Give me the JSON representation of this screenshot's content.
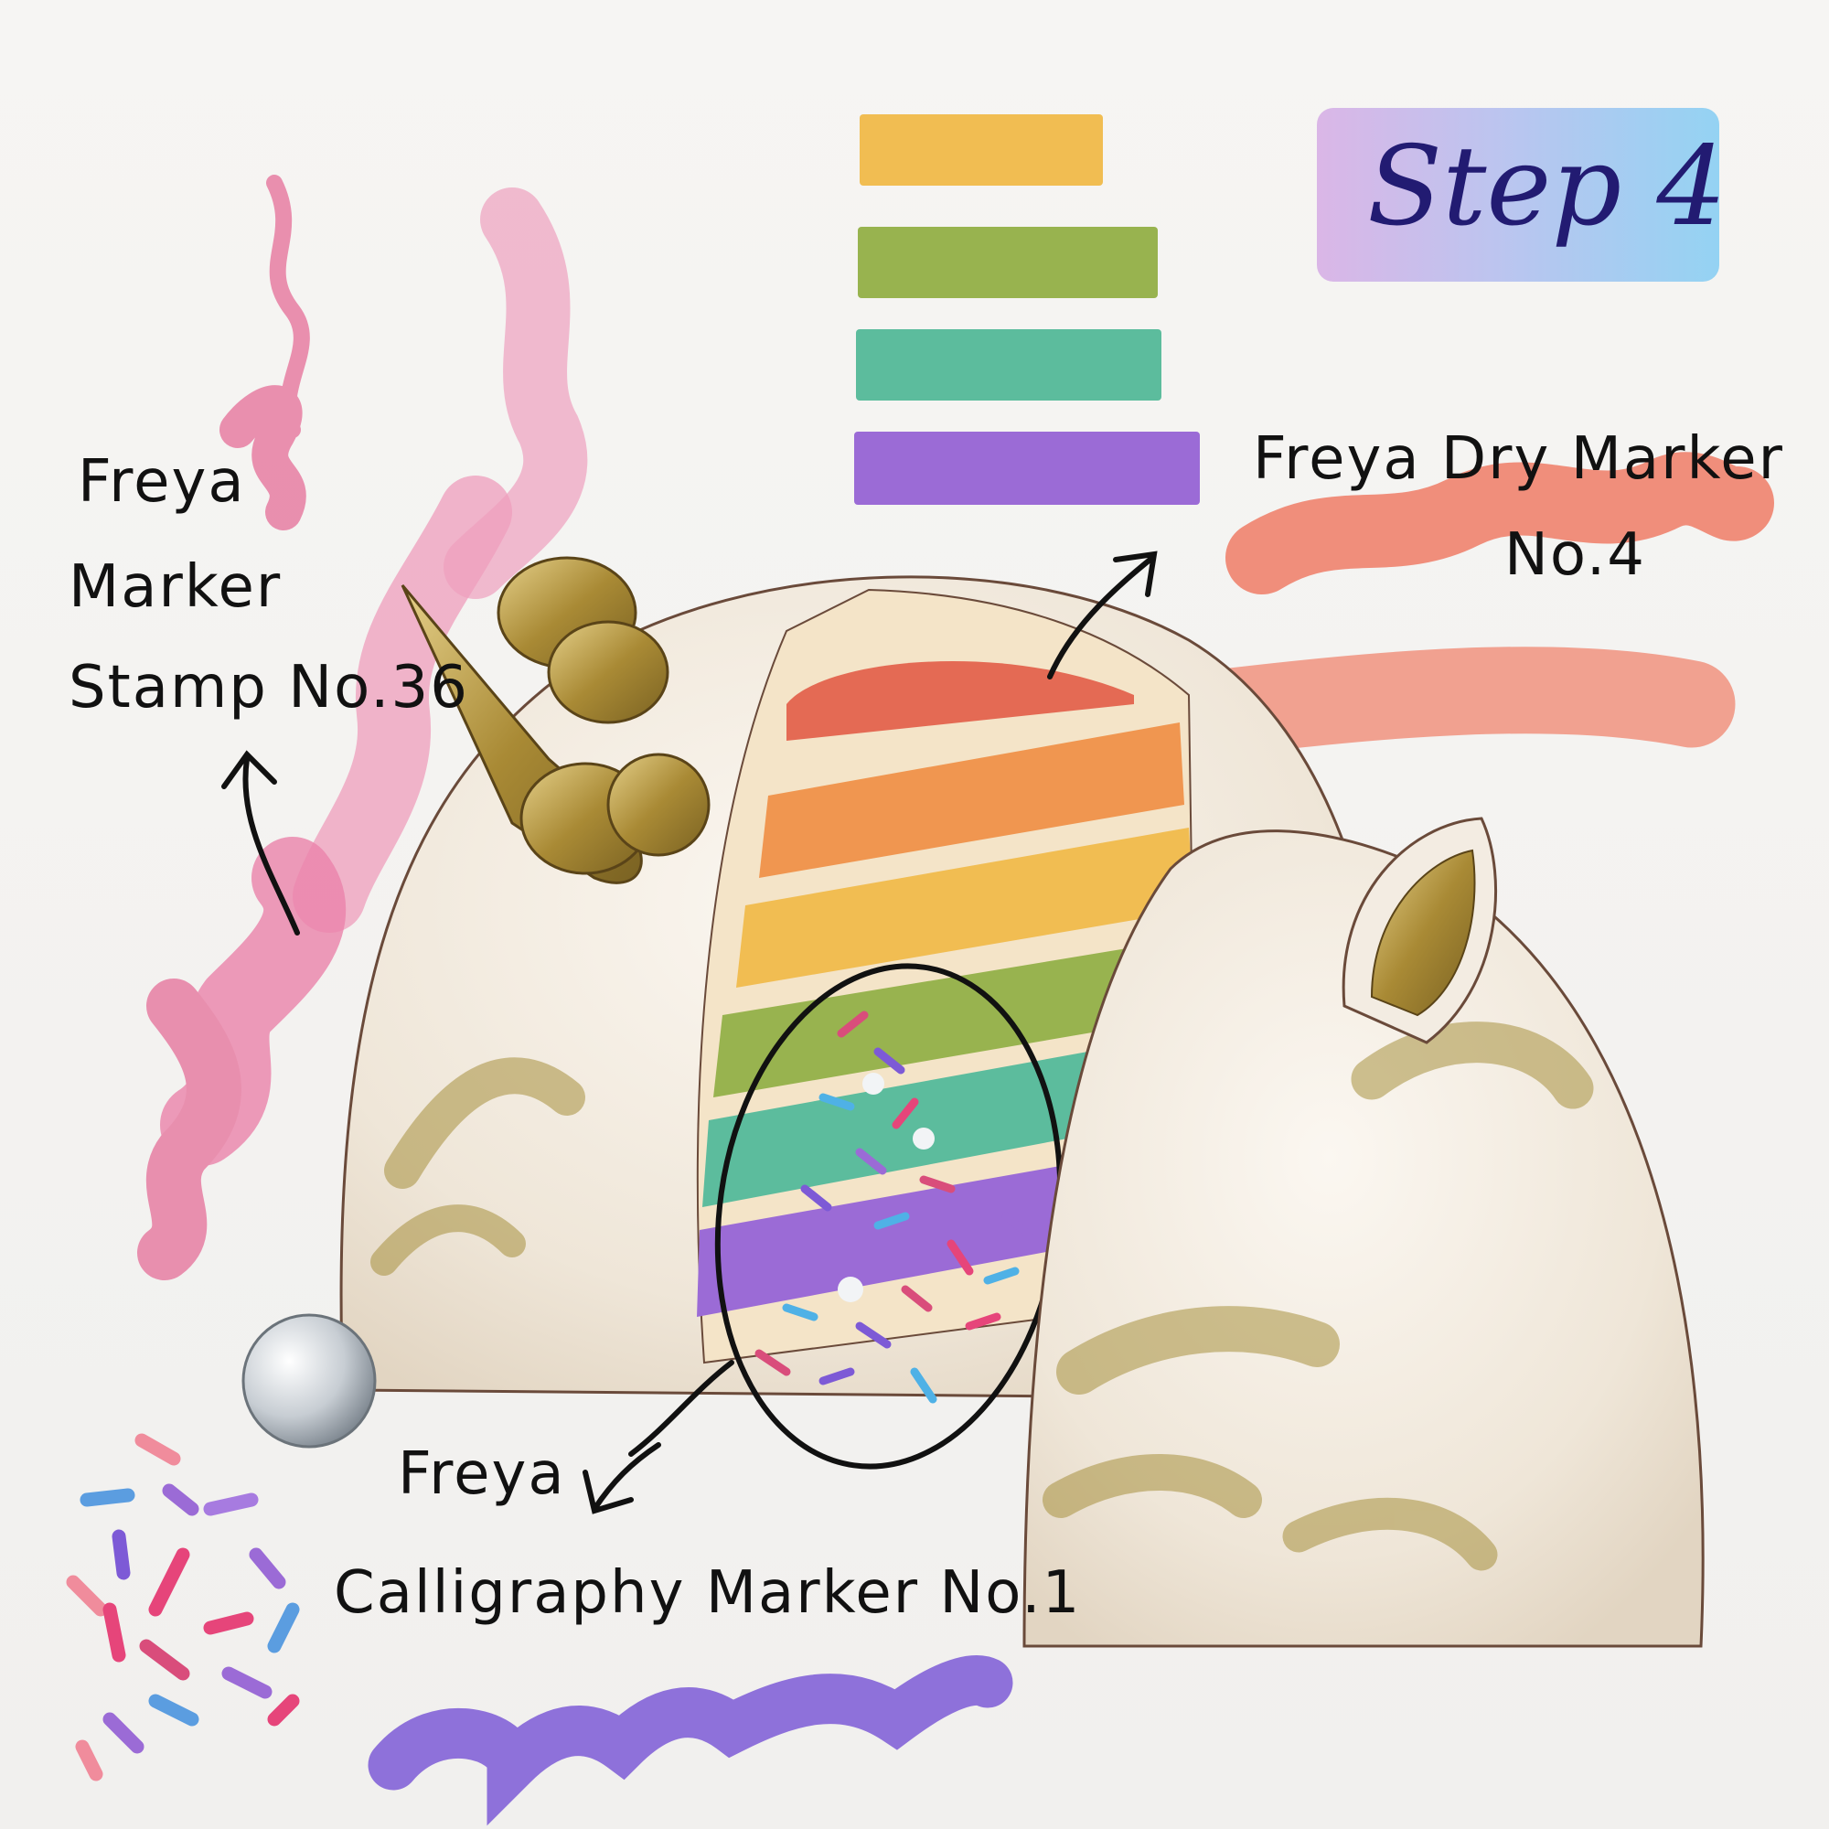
{
  "step_label": "Step 4",
  "annotations": {
    "marker_stamp": [
      "Freya",
      "Marker",
      "Stamp No.36"
    ],
    "dry_marker": [
      "Freya Dry Marker",
      "No.4"
    ],
    "calligraphy_marker": [
      "Freya",
      "Calligraphy Marker No.1"
    ]
  },
  "colors": {
    "layer_red": "#e46a54",
    "layer_orange": "#f09650",
    "layer_yellow": "#f1bd52",
    "layer_green": "#98b34f",
    "layer_teal": "#5cbc9d",
    "layer_purple": "#9b6bd6",
    "pink_stroke": "#e986a8",
    "coral_stroke": "#f07d68",
    "violet_stroke": "#7d5ad6",
    "gold": "#b89a3e",
    "icing": "#f3ece2"
  }
}
